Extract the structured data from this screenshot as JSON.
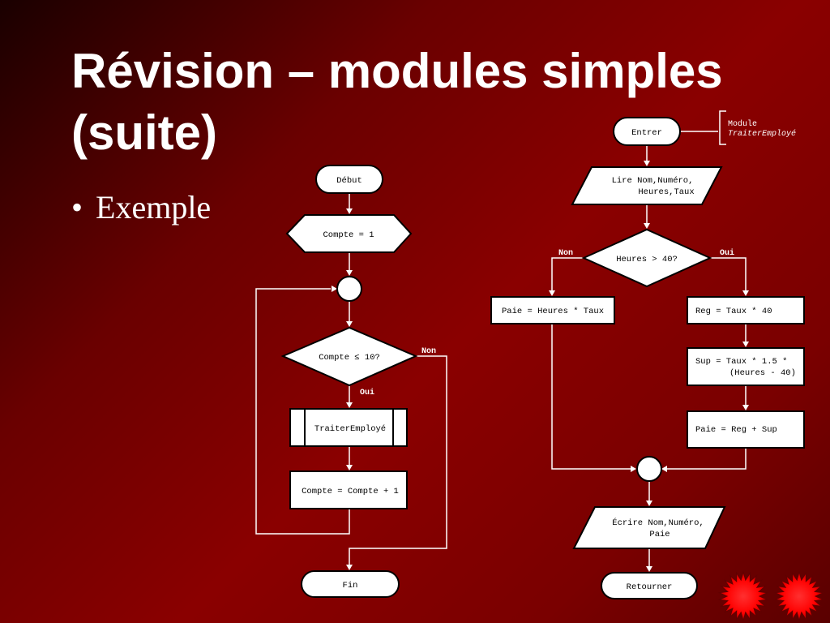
{
  "slide": {
    "title_line1": "Révision – modules simples",
    "title_line2": "(suite)",
    "bullet": "Exemple"
  },
  "main_flow": {
    "start": "Début",
    "init": "Compte = 1",
    "condition": "Compte ≤ 10?",
    "yes_label": "Oui",
    "no_label": "Non",
    "call": "TraiterEmployé",
    "increment": "Compte = Compte + 1",
    "end": "Fin"
  },
  "module_flow": {
    "annotation_line1": "Module",
    "annotation_line2": "TraiterEmployé",
    "enter": "Entrer",
    "read_line1": "Lire Nom,Numéro,",
    "read_line2": "Heures,Taux",
    "condition": "Heures > 40?",
    "no_label": "Non",
    "yes_label": "Oui",
    "pay_simple": "Paie = Heures * Taux",
    "reg": "Reg = Taux * 40",
    "sup_line1": "Sup = Taux * 1.5 *",
    "sup_line2": "(Heures - 40)",
    "pay_total": "Paie = Reg + Sup",
    "write_line1": "Écrire Nom,Numéro,",
    "write_line2": "Paie",
    "return": "Retourner"
  },
  "colors": {
    "background_dark": "#1a0000",
    "background_red": "#8a0000",
    "starburst": "#ff0000"
  },
  "icons": [
    "starburst-icon",
    "starburst-icon"
  ]
}
